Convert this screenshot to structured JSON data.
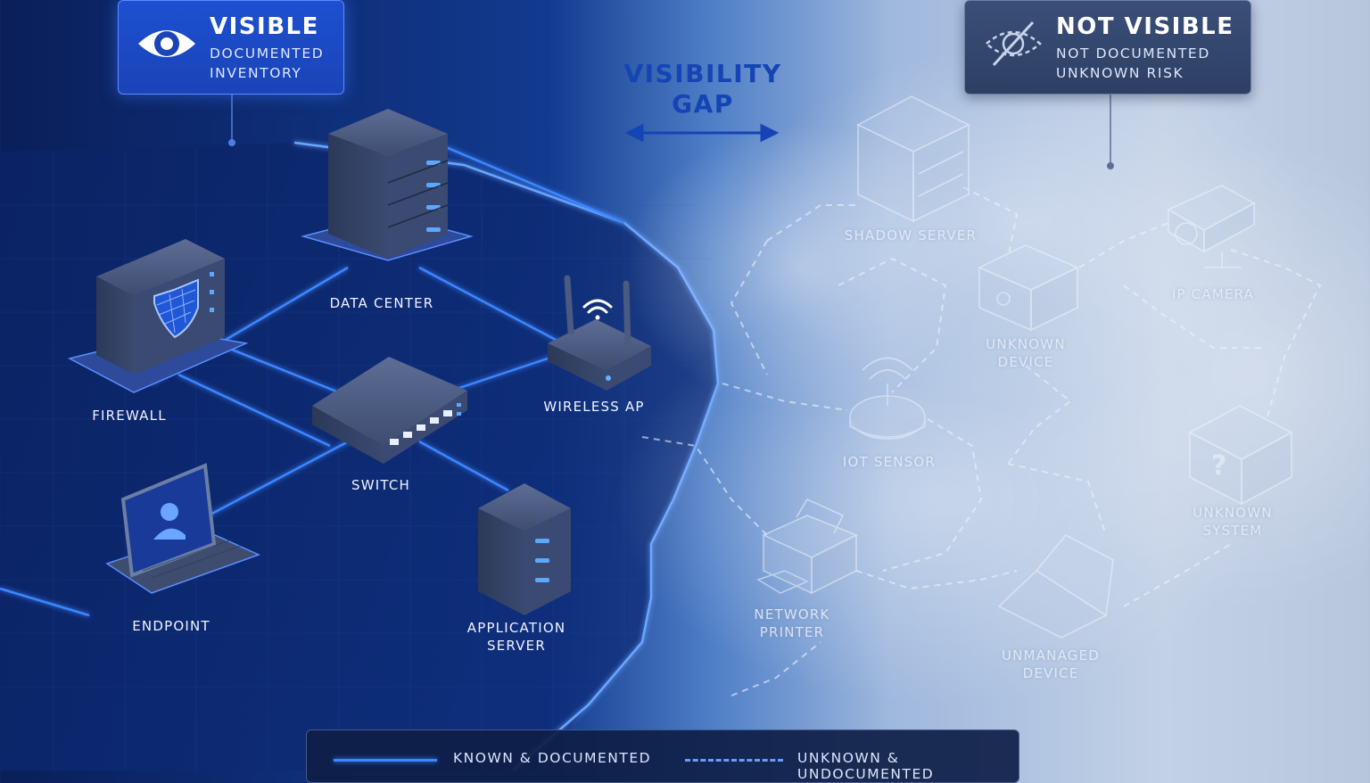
{
  "callouts": {
    "visible": {
      "title": "VISIBLE",
      "line1": "DOCUMENTED",
      "line2": "INVENTORY",
      "icon": "eye-icon"
    },
    "not_visible": {
      "title": "NOT VISIBLE",
      "line1": "NOT DOCUMENTED",
      "line2": "UNKNOWN RISK",
      "icon": "eye-slash-icon"
    }
  },
  "gap": {
    "line1": "VISIBILITY",
    "line2": "GAP"
  },
  "known_nodes": {
    "firewall": "FIREWALL",
    "data_center": "DATA CENTER",
    "wireless_ap": "WIRELESS AP",
    "switch": "SWITCH",
    "endpoint": "ENDPOINT",
    "application_server": {
      "line1": "APPLICATION",
      "line2": "SERVER"
    }
  },
  "unknown_nodes": {
    "shadow_server": "SHADOW SERVER",
    "ip_camera": "IP CAMERA",
    "unknown_device": {
      "line1": "UNKNOWN",
      "line2": "DEVICE"
    },
    "iot_sensor": "IOT SENSOR",
    "unknown_system": {
      "line1": "UNKNOWN",
      "line2": "SYSTEM"
    },
    "network_printer": {
      "line1": "NETWORK",
      "line2": "PRINTER"
    },
    "unmanaged_device": {
      "line1": "UNMANAGED",
      "line2": "DEVICE"
    }
  },
  "legend": {
    "known": "KNOWN & DOCUMENTED",
    "unknown": "UNKNOWN & UNDOCUMENTED"
  },
  "colors": {
    "known_link": "#3d86ff",
    "unknown_link": "#e6edf8",
    "gap_accent": "#1544b5",
    "visible_box": "#1d4fd0",
    "not_visible_box": "#3a4f78"
  }
}
